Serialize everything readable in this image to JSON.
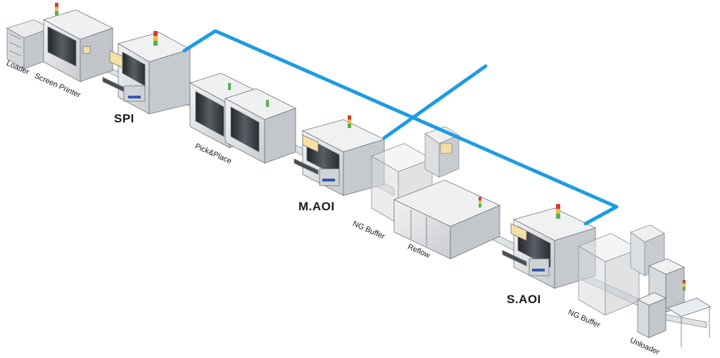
{
  "labels": {
    "loader": "Loader",
    "screen_printer": "Screen Printer",
    "spi": "SPI",
    "pick_place": "Pick&Place",
    "m_aoi": "M.AOI",
    "ng_buffer_1": "NG Buffer",
    "reflow": "Reflow",
    "s_aoi": "S.AOI",
    "ng_buffer_2": "NG Buffer",
    "unloader": "Unloader"
  },
  "colors": {
    "network_line": "#1e9be4",
    "machine_body": "#e6e8ea",
    "machine_dark": "#3b3e43",
    "screen_panel": "#f4dfa5",
    "glass": "#d7dbdf",
    "signal_red": "#d83b3b",
    "signal_yellow": "#e5c23a",
    "signal_green": "#55b050"
  }
}
